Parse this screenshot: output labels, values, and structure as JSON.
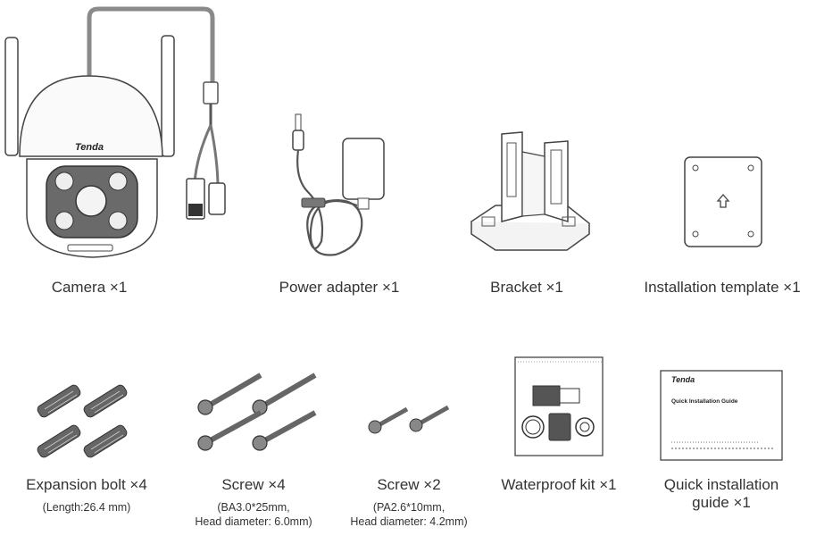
{
  "items": [
    {
      "label": "Camera ×1",
      "brand": "Tenda"
    },
    {
      "label": "Power adapter ×1"
    },
    {
      "label": "Bracket ×1"
    },
    {
      "label": "Installation template ×1"
    },
    {
      "label": "Expansion bolt ×4",
      "sub": [
        "(Length:26.4 mm)"
      ]
    },
    {
      "label": "Screw ×4",
      "sub": [
        "(BA3.0*25mm,",
        "Head diameter: 6.0mm)"
      ]
    },
    {
      "label": "Screw ×2",
      "sub": [
        "(PA2.6*10mm,",
        "Head diameter: 4.2mm)"
      ]
    },
    {
      "label": "Waterproof kit ×1"
    },
    {
      "label": [
        "Quick installation",
        "guide ×1"
      ],
      "guide": {
        "brand": "Tenda",
        "title": "Quick Installation Guide"
      }
    }
  ]
}
